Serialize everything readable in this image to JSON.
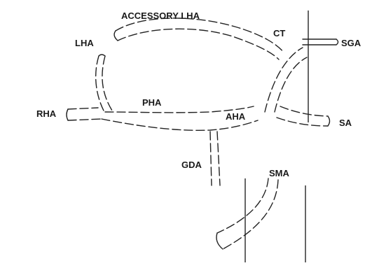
{
  "labels": {
    "accessory_lha": "ACCESSORY LHA",
    "lha": "LHA",
    "ct": "CT",
    "sga": "SGA",
    "rha": "RHA",
    "pha": "PHA",
    "aha": "AHA",
    "sa": "SA",
    "gda": "GDA",
    "sma": "SMA"
  }
}
